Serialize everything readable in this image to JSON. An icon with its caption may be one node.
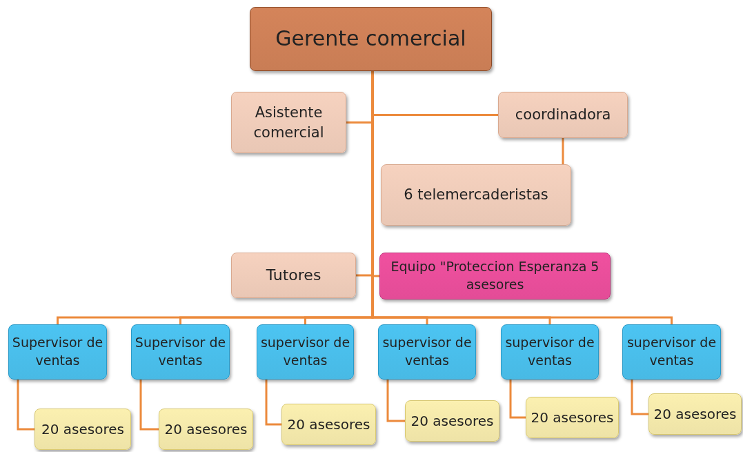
{
  "diagram": {
    "nodes": [
      {
        "text": [
          "Gerente comercial"
        ]
      },
      {
        "text": [
          "Asistente comercial"
        ]
      },
      {
        "text": [
          "coordinadora"
        ]
      },
      {
        "text": [
          "6 telemercaderistas"
        ]
      },
      {
        "text": [
          "Tutores"
        ]
      },
      {
        "text": [
          "Equipo \"Proteccion Esperanza 5 asesores"
        ]
      },
      {
        "text": [
          "Supervisor de ventas"
        ]
      },
      {
        "text": [
          "Supervisor de ventas"
        ]
      },
      {
        "text": [
          "supervisor de ventas"
        ]
      },
      {
        "text": [
          "supervisor de ventas"
        ]
      },
      {
        "text": [
          "supervisor de ventas"
        ]
      },
      {
        "text": [
          "supervisor de ventas"
        ]
      },
      {
        "text": [
          "20 asesores"
        ]
      },
      {
        "text": [
          "20 asesores"
        ]
      },
      {
        "text": [
          "20 asesores"
        ]
      },
      {
        "text": [
          "20 asesores"
        ]
      },
      {
        "text": [
          "20 asesores"
        ]
      },
      {
        "text": [
          "20 asesores"
        ]
      }
    ],
    "edges": [
      {
        "from": 0,
        "to": 1,
        "arrow": "none"
      },
      {
        "from": 0,
        "to": 2,
        "arrow": "none"
      },
      {
        "from": 2,
        "to": 3,
        "arrow": "none"
      },
      {
        "from": 0,
        "to": 4,
        "arrow": "none"
      },
      {
        "from": 0,
        "to": 5,
        "arrow": "none"
      },
      {
        "from": 0,
        "to": 6,
        "arrow": "none"
      },
      {
        "from": 0,
        "to": 7,
        "arrow": "none"
      },
      {
        "from": 0,
        "to": 8,
        "arrow": "none"
      },
      {
        "from": 0,
        "to": 9,
        "arrow": "none"
      },
      {
        "from": 0,
        "to": 10,
        "arrow": "none"
      },
      {
        "from": 0,
        "to": 11,
        "arrow": "none"
      },
      {
        "from": 6,
        "to": 12,
        "arrow": "none"
      },
      {
        "from": 7,
        "to": 13,
        "arrow": "none"
      },
      {
        "from": 8,
        "to": 14,
        "arrow": "none"
      },
      {
        "from": 9,
        "to": 15,
        "arrow": "none"
      },
      {
        "from": 10,
        "to": 16,
        "arrow": "none"
      },
      {
        "from": 11,
        "to": 17,
        "arrow": "none"
      }
    ]
  }
}
